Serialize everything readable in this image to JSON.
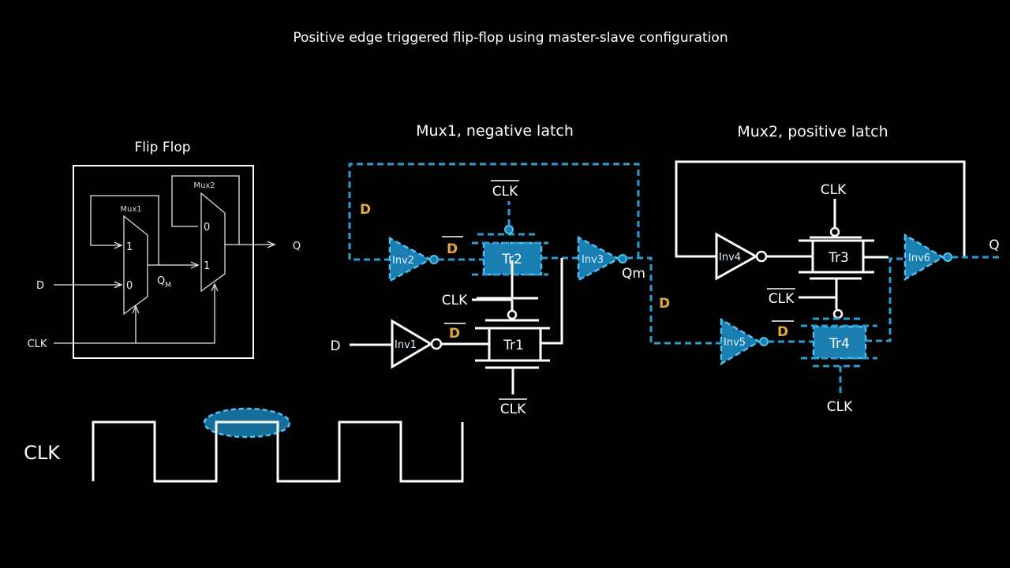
{
  "title": "Positive edge triggered flip-flop using master-slave configuration",
  "flipflop": {
    "heading": "Flip Flop",
    "mux1_label": "Mux1",
    "mux2_label": "Mux2",
    "mux1_in1": "1",
    "mux1_in0": "0",
    "mux2_in0": "0",
    "mux2_in1": "1",
    "qm_label": "Q",
    "qm_sub": "M",
    "d_label": "D",
    "clk_label": "CLK",
    "q_label": "Q"
  },
  "mux1": {
    "heading": "Mux1, negative latch",
    "inv1": "Inv1",
    "inv2": "Inv2",
    "inv3": "Inv3",
    "tr1": "Tr1",
    "tr2": "Tr2",
    "d_input": "D",
    "d_feedback": "D",
    "dbar_top": "D",
    "dbar_bottom": "D",
    "clkbar_top": "CLK",
    "clk_mid": "CLK",
    "clkbar_bottom": "CLK",
    "qm": "Qm"
  },
  "mux2": {
    "heading": "Mux2, positive latch",
    "inv4": "Inv4",
    "inv5": "Inv5",
    "inv6": "Inv6",
    "tr3": "Tr3",
    "tr4": "Tr4",
    "clk_top": "CLK",
    "clkbar_mid": "CLK",
    "clk_bottom": "CLK",
    "d_in": "D",
    "dbar": "D",
    "q": "Q"
  },
  "waveform": {
    "label": "CLK",
    "levels": [
      1,
      0,
      1,
      0,
      1,
      0
    ],
    "highlighted_high_period": 2
  },
  "colors": {
    "active_path": "#2a9fd6",
    "active_fill": "#1a7fb0",
    "signal_label": "#e6a93a",
    "wire": "#ffffff"
  }
}
